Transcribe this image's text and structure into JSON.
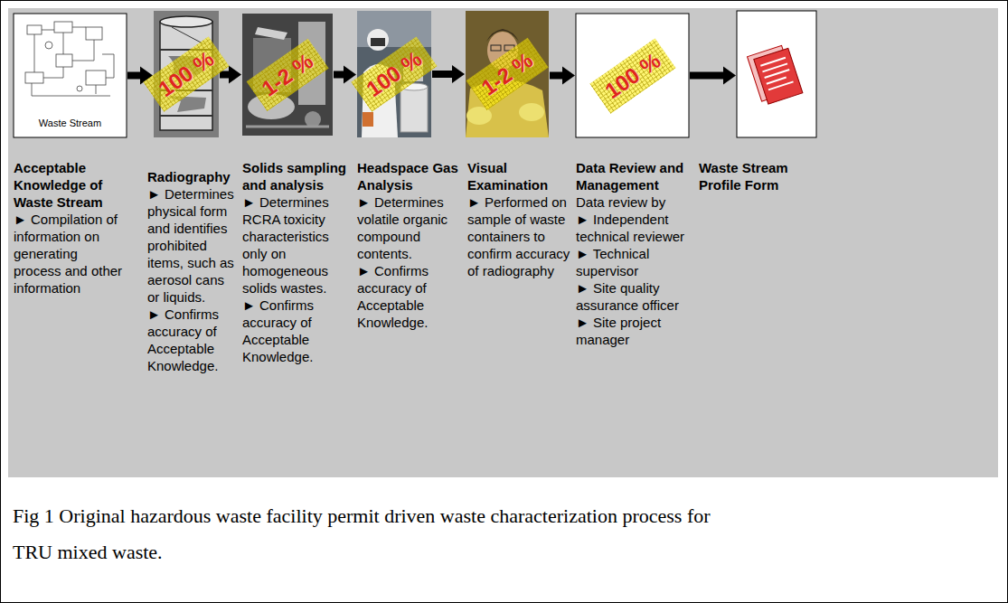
{
  "diagram": {
    "caption": "Fig 1 Original hazardous waste facility permit driven waste characterization process for TRU mixed waste.",
    "nodes": [
      {
        "text": [
          "Waste Stream",
          "Acceptable Knowledge of Waste Stream",
          "► Compilation of information on generating process and other information"
        ]
      },
      {
        "text": [
          "100 %",
          "Radiography",
          "► Determines physical form and identifies prohibited items, such as aerosol cans or liquids.",
          "► Confirms accuracy of Acceptable Knowledge."
        ]
      },
      {
        "text": [
          "1-2 %",
          "Solids sampling and analysis",
          "► Determines RCRA toxicity characteristics only on homogeneous solids wastes.",
          "► Confirms accuracy of Acceptable Knowledge."
        ]
      },
      {
        "text": [
          "100 %",
          "Headspace Gas Analysis",
          "► Determines volatile organic compound contents.",
          "► Confirms accuracy of Acceptable Knowledge."
        ]
      },
      {
        "text": [
          "1-2 %",
          "Visual Examination",
          "► Performed on sample of waste containers to confirm accuracy of radiography"
        ]
      },
      {
        "text": [
          "100 %",
          "Data Review and Management",
          "Data review by",
          "► Independent technical reviewer",
          "► Technical supervisor",
          "► Site quality assurance officer",
          "► Site project manager"
        ]
      },
      {
        "text": [
          "Waste Stream Profile Form"
        ]
      }
    ],
    "edges": [
      {
        "from": 0,
        "to": 1,
        "arrow": "to"
      },
      {
        "from": 1,
        "to": 2,
        "arrow": "to"
      },
      {
        "from": 2,
        "to": 3,
        "arrow": "to"
      },
      {
        "from": 3,
        "to": 4,
        "arrow": "to"
      },
      {
        "from": 4,
        "to": 5,
        "arrow": "to"
      },
      {
        "from": 5,
        "to": 6,
        "arrow": "to"
      }
    ]
  }
}
